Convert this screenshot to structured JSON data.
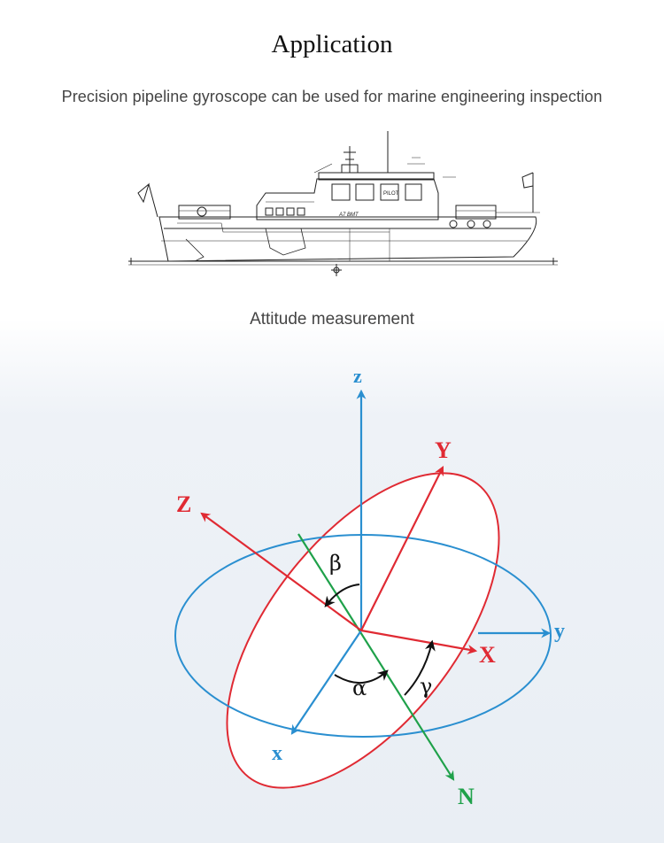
{
  "header": {
    "title": "Application",
    "subtitle": "Precision pipeline gyroscope can be used for marine engineering inspection"
  },
  "ship_drawing": {
    "hull_name": "PILOT",
    "side_text": "A7 BMT"
  },
  "attitude_section": {
    "title": "Attitude measurement"
  },
  "diagram": {
    "axes": {
      "fixed_z": "z",
      "fixed_x": "x",
      "fixed_y": "y",
      "body_X": "X",
      "body_Y": "Y",
      "body_Z": "Z",
      "node_line": "N"
    },
    "angles": {
      "alpha": "α",
      "beta": "β",
      "gamma": "γ"
    },
    "colors": {
      "fixed_frame": "#2a8fd0",
      "body_frame": "#e02a33",
      "node_line": "#1fa14a",
      "angle_arrows": "#111111"
    }
  }
}
